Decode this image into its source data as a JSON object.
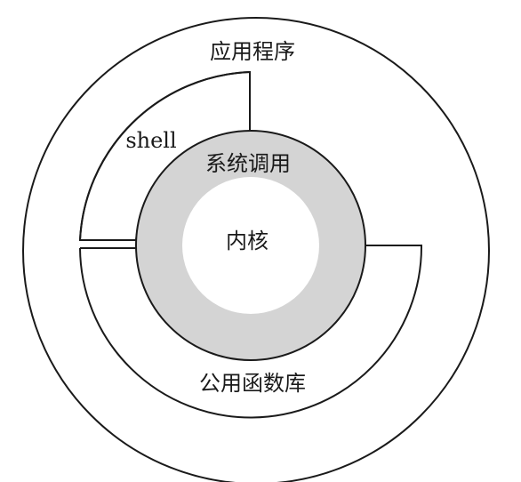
{
  "labels": {
    "applications": "应用程序",
    "shell": "shell",
    "system_calls": "系统调用",
    "kernel": "内核",
    "library_routines": "公用函数库"
  },
  "colors": {
    "stroke": "#1a1a1a",
    "system_call_ring": "#d4d4d4",
    "kernel_core": "#ffffff",
    "background": "#ffffff"
  }
}
